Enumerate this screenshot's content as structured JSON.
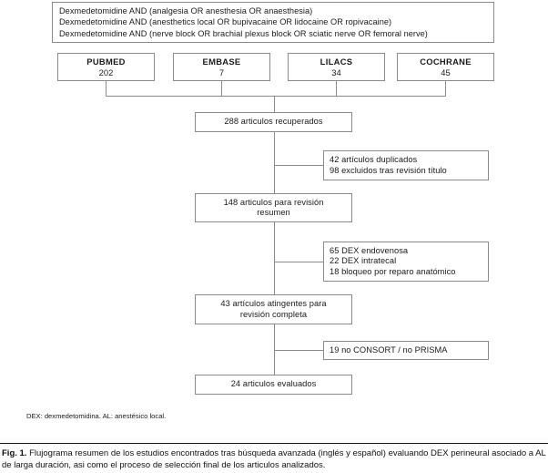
{
  "figure": {
    "search_query": {
      "lines": [
        "Dexmedetomidine AND (analgesia OR anesthesia OR anaesthesia)",
        "Dexmedetomidine AND (anesthetics local OR bupivacaine OR lidocaine OR ropivacaine)",
        "Dexmedetomidine AND (nerve block OR brachial plexus block OR sciatic nerve OR femoral nerve)"
      ]
    },
    "databases": [
      {
        "name": "PUBMED",
        "count": "202"
      },
      {
        "name": "EMBASE",
        "count": "7"
      },
      {
        "name": "LILACS",
        "count": "34"
      },
      {
        "name": "COCHRANE",
        "count": "45"
      }
    ],
    "stages": {
      "retrieved": "288 articulos recuperados",
      "abstract_l1": "148 articulos para revisión",
      "abstract_l2": "resumen",
      "fulltext_l1": "43 artículos atingentes para",
      "fulltext_l2": "revisión completa",
      "evaluated": "24 articulos evaluados"
    },
    "exclusions": {
      "first": [
        "42 artículos duplicados",
        "98 excluidos tras revisión título"
      ],
      "second": [
        "65 DEX endovenosa",
        "22 DEX intratecal",
        "18 bloqueo por reparo anatómico"
      ],
      "third": [
        "19 no CONSORT / no PRISMA"
      ]
    },
    "abbreviations_note": "DEX: dexmedetomidina. AL: anestésico local.",
    "caption": {
      "label": "Fig. 1.",
      "text": " Flujograma resumen de los estudios encontrados tras búsqueda avanzada (inglés y español) evaluando DEX perineural asociado a AL de larga duración, asi como el proceso de selección final de los articulos analizados."
    },
    "colors": {
      "border": "#8a8a8a",
      "text": "#1a1a1a",
      "background": "#ffffff",
      "rule": "#1a1a1a"
    }
  }
}
